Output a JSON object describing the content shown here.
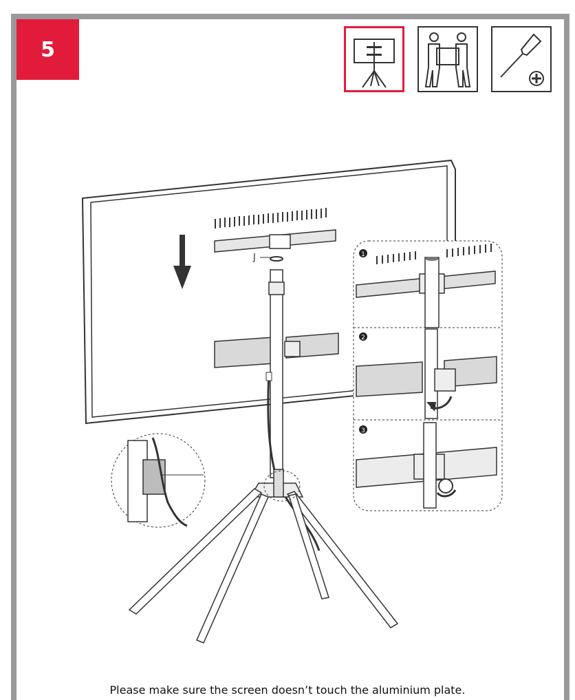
{
  "step": {
    "number": "5"
  },
  "requirements": [
    {
      "name": "tv-on-stand-icon",
      "active": true
    },
    {
      "name": "two-person-lift-icon",
      "active": false
    },
    {
      "name": "phillips-screwdriver-icon",
      "active": false
    }
  ],
  "callouts": {
    "part_label": "J",
    "detail_1": "1",
    "detail_2": "2",
    "detail_3": "3"
  },
  "caption": "Please make sure the screen doesn’t touch the aluminium plate.",
  "colors": {
    "accent": "#e31b3a",
    "frame": "#9a9a9a",
    "line": "#333333"
  }
}
